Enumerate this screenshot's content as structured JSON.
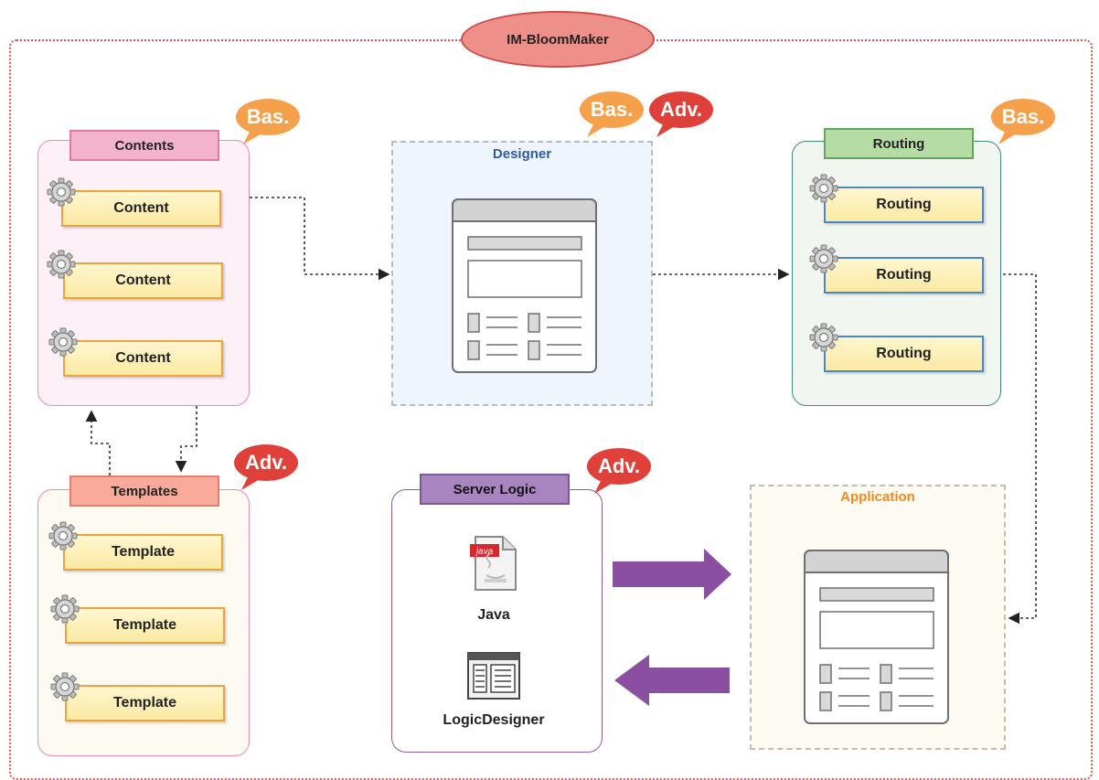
{
  "title": "IM-BloomMaker",
  "colors": {
    "frame": "#e8534f",
    "bas_badge": "#f5a04a",
    "adv_badge": "#e0403a",
    "purple_arrow": "#8a4fa1"
  },
  "contents": {
    "label": "Contents",
    "badge": "Bas.",
    "items": [
      "Content",
      "Content",
      "Content"
    ]
  },
  "templates": {
    "label": "Templates",
    "badge": "Adv.",
    "items": [
      "Template",
      "Template",
      "Template"
    ]
  },
  "designer": {
    "label": "Designer",
    "badges": [
      "Bas.",
      "Adv."
    ]
  },
  "routing": {
    "label": "Routing",
    "badge": "Bas.",
    "items": [
      "Routing",
      "Routing",
      "Routing"
    ]
  },
  "server_logic": {
    "label": "Server Logic",
    "badge": "Adv.",
    "java_label": "Java",
    "java_file_tag": "java",
    "logic_label": "LogicDesigner"
  },
  "application": {
    "label": "Application"
  },
  "icons": {
    "item_icon": "gear-icon",
    "form": "form-window-icon",
    "java": "java-file-icon",
    "logic": "logic-designer-icon"
  }
}
